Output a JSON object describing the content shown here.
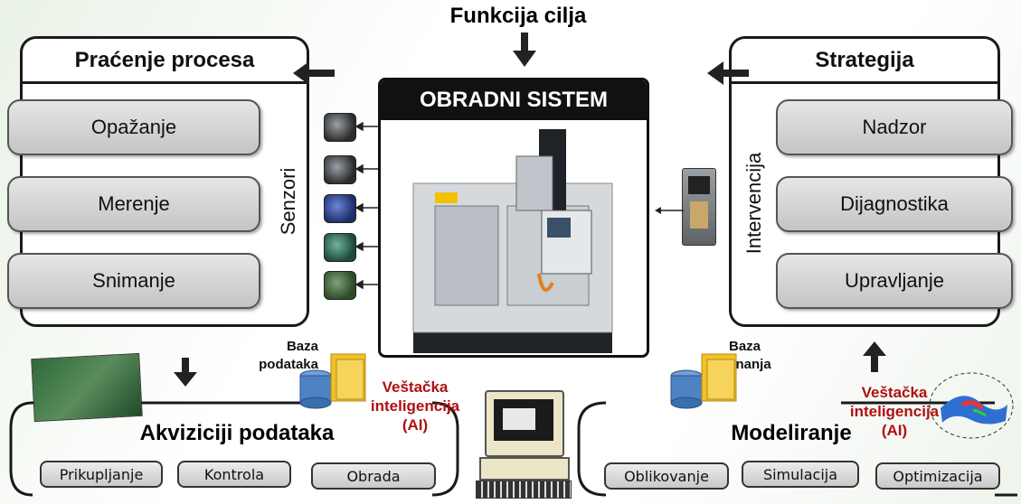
{
  "top_title": "Funkcija cilja",
  "left_panel": {
    "title": "Praćenje procesa",
    "items": [
      "Opažanje",
      "Merenje",
      "Snimanje"
    ],
    "vertical_label": "Senzori"
  },
  "center": {
    "title": "OBRADNI SISTEM"
  },
  "right_panel": {
    "title": "Strategija",
    "items": [
      "Nadzor",
      "Dijagnostika",
      "Upravljanje"
    ],
    "vertical_label": "Intervencija"
  },
  "bottom_left": {
    "title": "Akviziciji podataka",
    "db_label": "Baza\npodataka",
    "ai_label": "Veštačka\ninteligencija\n(AI)",
    "tags": [
      "Prikupljanje",
      "Kontrola",
      "Obrada"
    ]
  },
  "bottom_right": {
    "title": "Modeliranje",
    "db_label": "Baza\nznanja",
    "ai_label": "Veštačka\ninteligencija\n(AI)",
    "tags": [
      "Oblikovanje",
      "Simulacija",
      "Optimizacija"
    ]
  },
  "colors": {
    "ai_red": "#b01010",
    "pill_gray": "#d0d0d0",
    "dark": "#1a1a1a"
  }
}
